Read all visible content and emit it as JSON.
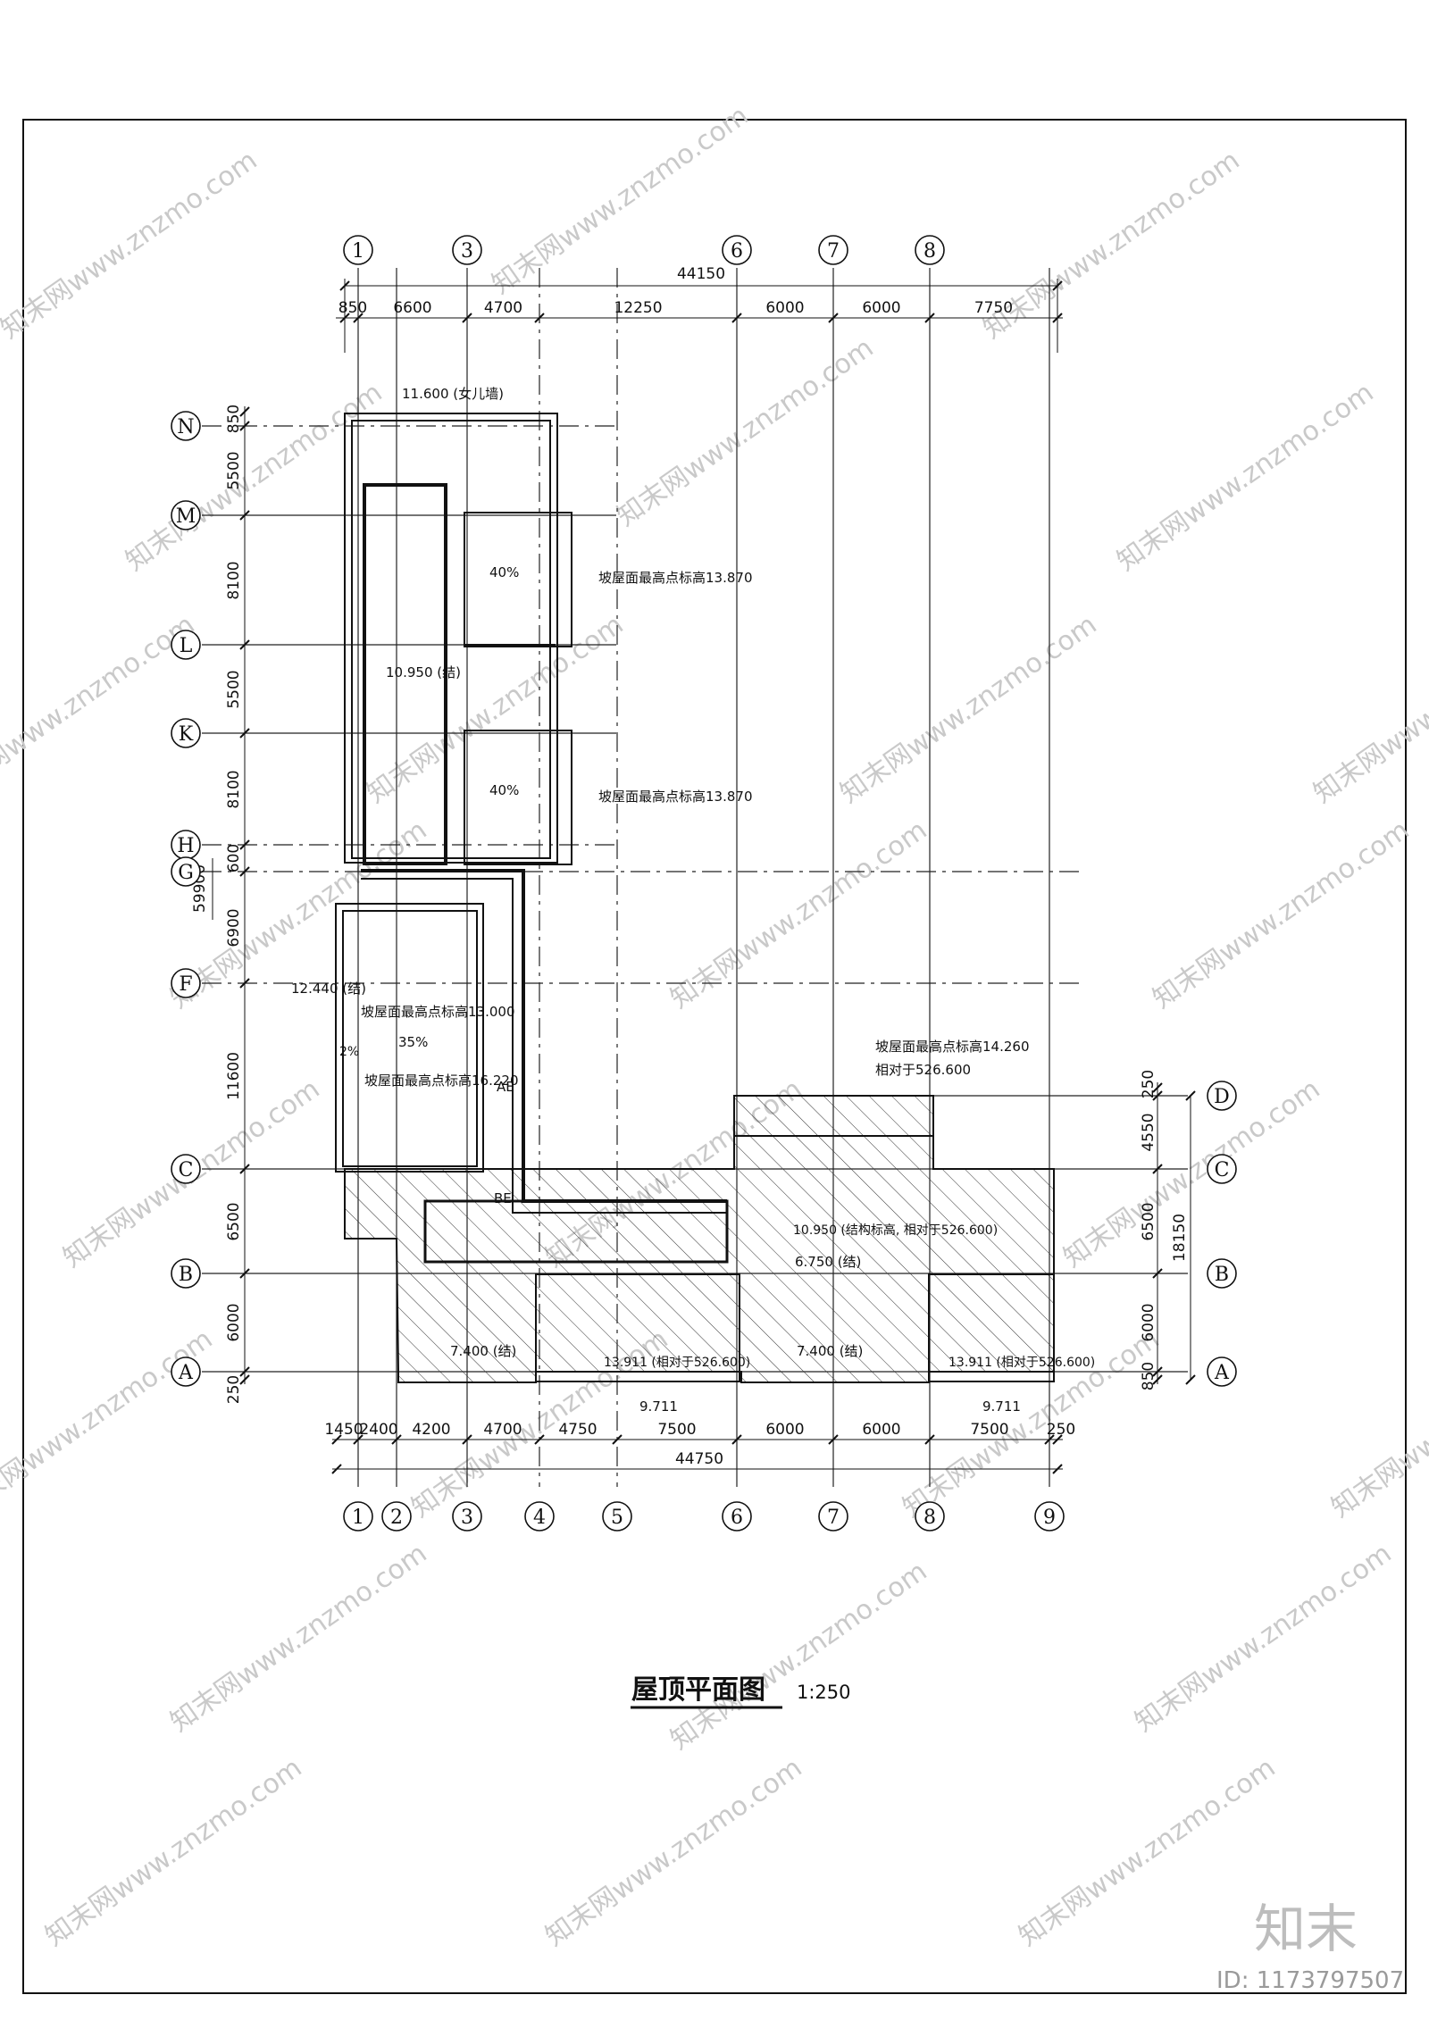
{
  "drawing": {
    "title": "屋顶平面图",
    "scale": "1:250",
    "watermark": "知末网www.znzmo.com",
    "brand": "知末",
    "image_id": "ID: 1173797507"
  },
  "top_axes": [
    "1",
    "3",
    "6",
    "7",
    "8"
  ],
  "bottom_axes": [
    "1",
    "2",
    "3",
    "4",
    "5",
    "6",
    "7",
    "8",
    "9"
  ],
  "left_axes": [
    "N",
    "M",
    "L",
    "K",
    "H",
    "G",
    "F",
    "C",
    "B",
    "A"
  ],
  "right_axes": [
    "D",
    "C",
    "B",
    "A"
  ],
  "top_dims": {
    "total": "44150",
    "segments": [
      "850",
      "6600",
      "4700",
      "12250",
      "6000",
      "6000",
      "7750"
    ]
  },
  "bottom_dims": {
    "total": "44750",
    "segments": [
      "1450",
      "2400",
      "4200",
      "4700",
      "4750",
      "7500",
      "6000",
      "6000",
      "7500",
      "250"
    ]
  },
  "left_dims": {
    "total": "59900",
    "segments": [
      "850",
      "5500",
      "8100",
      "5500",
      "8100",
      "600",
      "6900",
      "11600",
      "6500",
      "6000",
      "250"
    ]
  },
  "right_dims": {
    "total": "18150",
    "segments": [
      "250",
      "4550",
      "6500",
      "6000",
      "850"
    ]
  },
  "labels": {
    "parapet": "11.600 (女儿墙)",
    "slope_a": "40%",
    "slope_b": "40%",
    "slope_c": "35%",
    "slope_d": "2%",
    "ridge_1": "坡屋面最高点标高13.870",
    "ridge_2": "坡屋面最高点标高13.870",
    "ridge_3": "坡屋面最高点标高13.000",
    "ridge_4": "坡屋面最高点标高16.220",
    "ridge_5": "坡屋面最高点标高14.260",
    "relative_5": "相对于526.600",
    "elev_10950_struct": "10.950 (结)",
    "elev_12440": "12.440 (结)",
    "elev_10950_rel": "10.950 (结构标高, 相对于526.600)",
    "elev_6750": "6.750 (结)",
    "elev_7400_a": "7.400 (结)",
    "elev_7400_b": "7.400 (结)",
    "elev_13911_a": "13.911 (相对于526.600)",
    "elev_13911_b": "13.911 (相对于526.600)",
    "elev_9711_a": "9.711",
    "elev_9711_b": "9.711",
    "mark_ae": "AE",
    "mark_be": "BE"
  }
}
